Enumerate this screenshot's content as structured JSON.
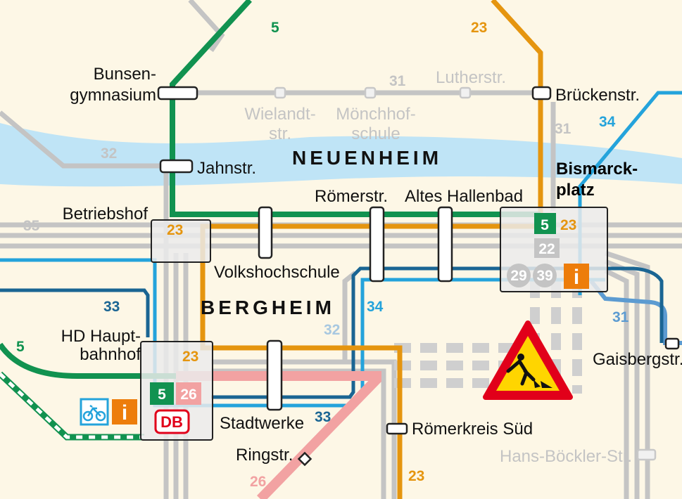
{
  "districts": {
    "neuenheim": "NEUENHEIM",
    "bergheim": "BERGHEIM"
  },
  "stops": {
    "bunsen_1": "Bunsen-",
    "bunsen_2": "gymnasium",
    "jahnstr": "Jahnstr.",
    "betriebshof": "Betriebshof",
    "volkshochschule": "Volkshochschule",
    "roemerstr": "Römerstr.",
    "altes_hallenbad": "Altes Hallenbad",
    "brueckenstr": "Brückenstr.",
    "bismarck_1": "Bismarck-",
    "bismarck_2": "platz",
    "hd_1": "HD Haupt-",
    "hd_2": "bahnhof",
    "stadtwerke": "Stadtwerke",
    "ringstr": "Ringstr.",
    "roemerkreis_sued": "Römerkreis Süd",
    "gaisbergstr": "Gaisbergstr.",
    "wielandt_1": "Wielandt-",
    "wielandt_2": "str.",
    "moenchhof_1": "Mönchhof-",
    "moenchhof_2": "schule",
    "lutherstr": "Lutherstr.",
    "hans_boeckler": "Hans-Böckler-Str."
  },
  "line_labels": {
    "l5_top": "5",
    "l23_top": "23",
    "l31_top": "31",
    "l31_right": "31",
    "l34_right": "34",
    "l32_left": "32",
    "l35": "35",
    "l23_betr": "23",
    "l33_left": "33",
    "l5_left": "5",
    "l34_mid": "34",
    "l32_mid": "32",
    "l23_hbf": "23",
    "l33_bottom": "33",
    "l26": "26",
    "l23_bottom": "23",
    "l31_lower": "31"
  },
  "badges": {
    "bis_5": "5",
    "bis_23": "23",
    "bis_22": "22",
    "bis_29": "29",
    "bis_39": "39",
    "hbf_5": "5",
    "hbf_26": "26",
    "db": "DB",
    "info": "i"
  },
  "colors": {
    "background": "#fdf7e6",
    "river": "#bfe4f6",
    "line_5": "#119250",
    "line_23": "#e5950f",
    "line_26": "#f2a2a2",
    "line_33": "#1a6593",
    "line_34": "#24a3db",
    "line_31": "#5c9bd1",
    "line_grey": "#c4c4c4",
    "db_red": "#e1001a",
    "info_orange": "#ed7d0b"
  }
}
